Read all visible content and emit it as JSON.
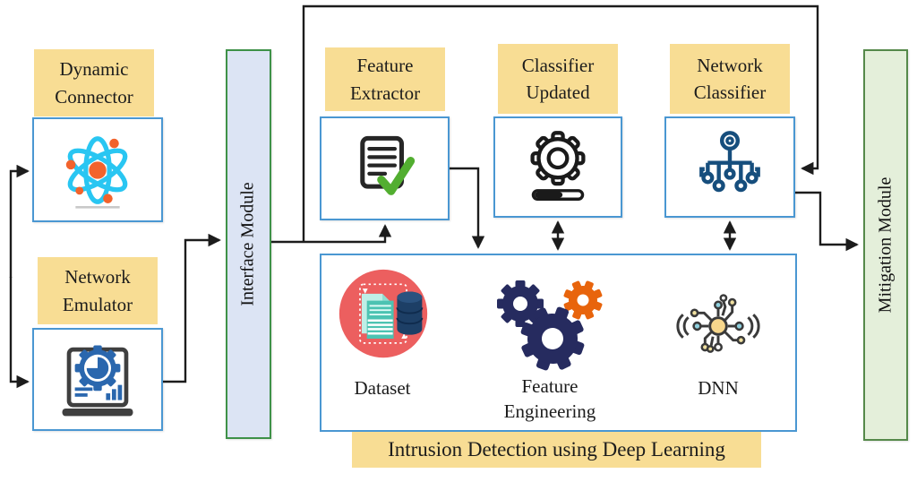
{
  "figure": {
    "type": "architecture-diagram"
  },
  "labels": {
    "dynamic_connector": "Dynamic Connector",
    "network_emulator": "Network Emulator",
    "interface_module": "Interface Module",
    "feature_extractor": "Feature Extractor",
    "classifier_updated": "Classifier Updated",
    "network_classifier": "Network Classifier",
    "mitigation_module": "Mitigation Module",
    "dataset": "Dataset",
    "feature_engineering": "Feature Engineering",
    "dnn": "DNN",
    "ids_caption": "Intrusion Detection using Deep Learning"
  },
  "icons": {
    "dynamic_connector": "atom-icon",
    "network_emulator": "laptop-analytics-icon",
    "feature_extractor": "document-check-icon",
    "classifier_updated": "gear-progress-icon",
    "network_classifier": "network-tree-icon",
    "dataset": "dataset-database-icon",
    "feature_engineering": "gears-icon",
    "dnn": "neural-network-icon"
  },
  "colors": {
    "label_bg": "#f8dd94",
    "box_border": "#4a97d2",
    "interface_fill": "#dce4f4",
    "interface_border": "#3e9148",
    "mitigation_fill": "#e4efda",
    "mitigation_border": "#55894a",
    "arrow": "#1c1c1c",
    "atom_cyan": "#29c6f2",
    "accent_orange": "#f2632c",
    "gear_navy": "#262b5f",
    "gear_orange": "#e8640c",
    "dataset_red": "#ec5f5f",
    "doc_teal": "#4cc3b2",
    "db_navy": "#1d3f66",
    "tree_blue": "#164e7d",
    "check_green": "#52ae30",
    "laptop_blue": "#2a67ae"
  }
}
